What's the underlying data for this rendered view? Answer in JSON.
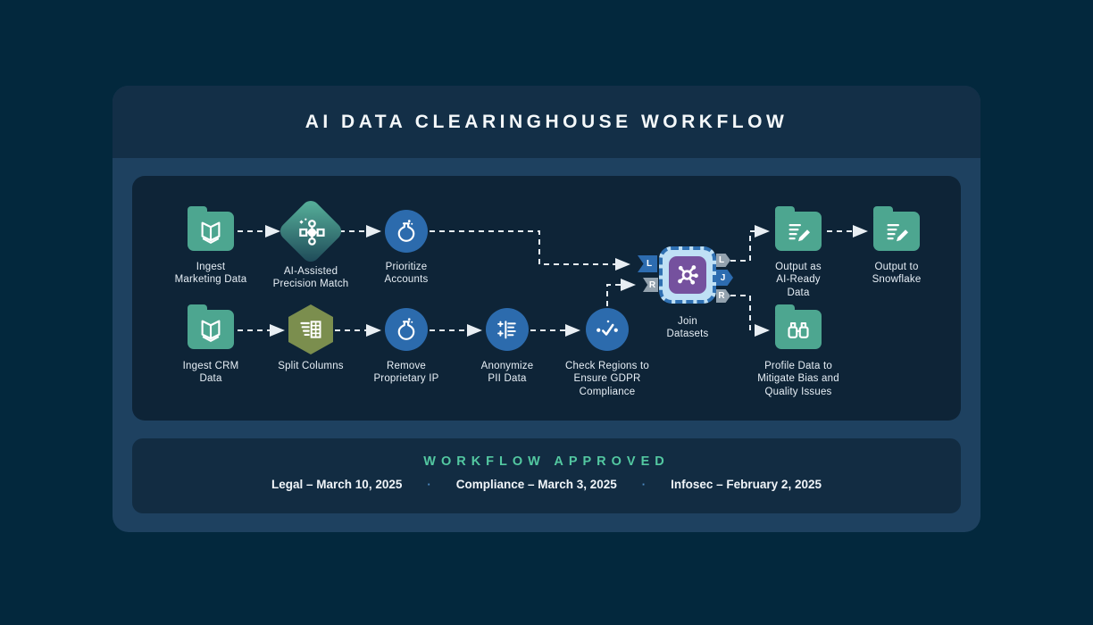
{
  "header": {
    "title": "AI DATA CLEARINGHOUSE WORKFLOW"
  },
  "workflow": {
    "nodes": [
      {
        "id": "ingest-marketing-data",
        "label_lines": [
          "Ingest",
          "Marketing Data"
        ],
        "icon": "book-icon",
        "shape": "folder",
        "color": "#4da690"
      },
      {
        "id": "ai-assisted-precision-match",
        "label_lines": [
          "AI-Assisted",
          "Precision Match"
        ],
        "icon": "branch-sparkle-icon",
        "shape": "diamond",
        "color": "#54ab97"
      },
      {
        "id": "prioritize-accounts",
        "label_lines": [
          "Prioritize",
          "Accounts"
        ],
        "icon": "flask-icon",
        "shape": "circle",
        "color": "#2c6bad"
      },
      {
        "id": "ingest-crm-data",
        "label_lines": [
          "Ingest CRM",
          "Data"
        ],
        "icon": "book-icon",
        "shape": "folder",
        "color": "#4da690"
      },
      {
        "id": "split-columns",
        "label_lines": [
          "Split Columns"
        ],
        "icon": "table-split-icon",
        "shape": "hexagon",
        "color": "#7b8e4e"
      },
      {
        "id": "remove-proprietary-ip",
        "label_lines": [
          "Remove",
          "Proprietary IP"
        ],
        "icon": "flask-icon",
        "shape": "circle",
        "color": "#2c6bad"
      },
      {
        "id": "anonymize-pii-data",
        "label_lines": [
          "Anonymize",
          "PII Data"
        ],
        "icon": "redact-list-icon",
        "shape": "circle",
        "color": "#2c6bad"
      },
      {
        "id": "check-gdpr-compliance",
        "label_lines": [
          "Check Regions to",
          "Ensure GDPR",
          "Compliance"
        ],
        "icon": "checkmark-dots-icon",
        "shape": "circle",
        "color": "#2c6bad"
      },
      {
        "id": "join-datasets",
        "label_lines": [
          "Join",
          "Datasets"
        ],
        "icon": "network-hub-icon",
        "shape": "join-block",
        "color": "#75519e"
      },
      {
        "id": "output-ai-ready-data",
        "label_lines": [
          "Output as",
          "AI-Ready",
          "Data"
        ],
        "icon": "document-edit-icon",
        "shape": "folder",
        "color": "#4da690"
      },
      {
        "id": "output-to-snowflake",
        "label_lines": [
          "Output to",
          "Snowflake"
        ],
        "icon": "document-edit-icon",
        "shape": "folder",
        "color": "#4da690"
      },
      {
        "id": "profile-data-quality",
        "label_lines": [
          "Profile Data to",
          "Mitigate Bias and",
          "Quality Issues"
        ],
        "icon": "binoculars-icon",
        "shape": "folder",
        "color": "#4da690"
      }
    ],
    "join_tags": {
      "inputs": [
        "L",
        "R"
      ],
      "outputs": [
        "L",
        "J",
        "R"
      ]
    }
  },
  "approval": {
    "title": "WORKFLOW APPROVED",
    "separator": "·",
    "items": [
      "Legal – March 10, 2025",
      "Compliance – March 3, 2025",
      "Infosec – February 2, 2025"
    ]
  },
  "colors": {
    "background": "#03283d",
    "card_header": "#132f47",
    "card_body": "#1e4160",
    "canvas": "#0e2437",
    "approval_bar": "#122c42",
    "approved_accent": "#53c8a1",
    "folder_green": "#4da690",
    "process_blue": "#2c6bad",
    "hexagon_olive": "#7b8e4e",
    "join_purple": "#75519e",
    "join_frame_blue": "#bfe0f5",
    "connector": "#e8eef3"
  }
}
